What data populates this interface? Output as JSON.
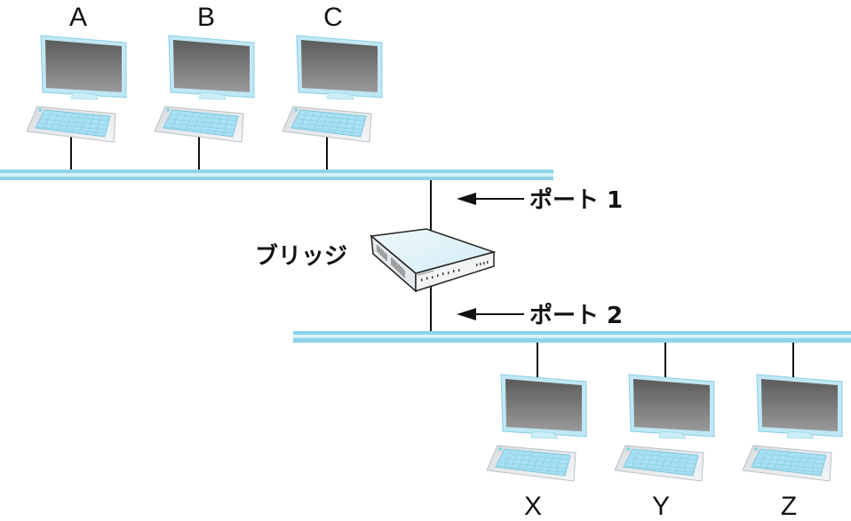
{
  "diagram": {
    "segments": [
      {
        "id": "segment-1",
        "color": "#8dd3ea",
        "highlight": "#d8f1f9"
      },
      {
        "id": "segment-2",
        "color": "#8dd3ea",
        "highlight": "#d8f1f9"
      }
    ],
    "hosts_top": [
      {
        "label": "A"
      },
      {
        "label": "B"
      },
      {
        "label": "C"
      }
    ],
    "hosts_bottom": [
      {
        "label": "X"
      },
      {
        "label": "Y"
      },
      {
        "label": "Z"
      }
    ],
    "bridge": {
      "label": "ブリッジ"
    },
    "ports": [
      {
        "label": "ポート 1"
      },
      {
        "label": "ポート 2"
      }
    ]
  }
}
